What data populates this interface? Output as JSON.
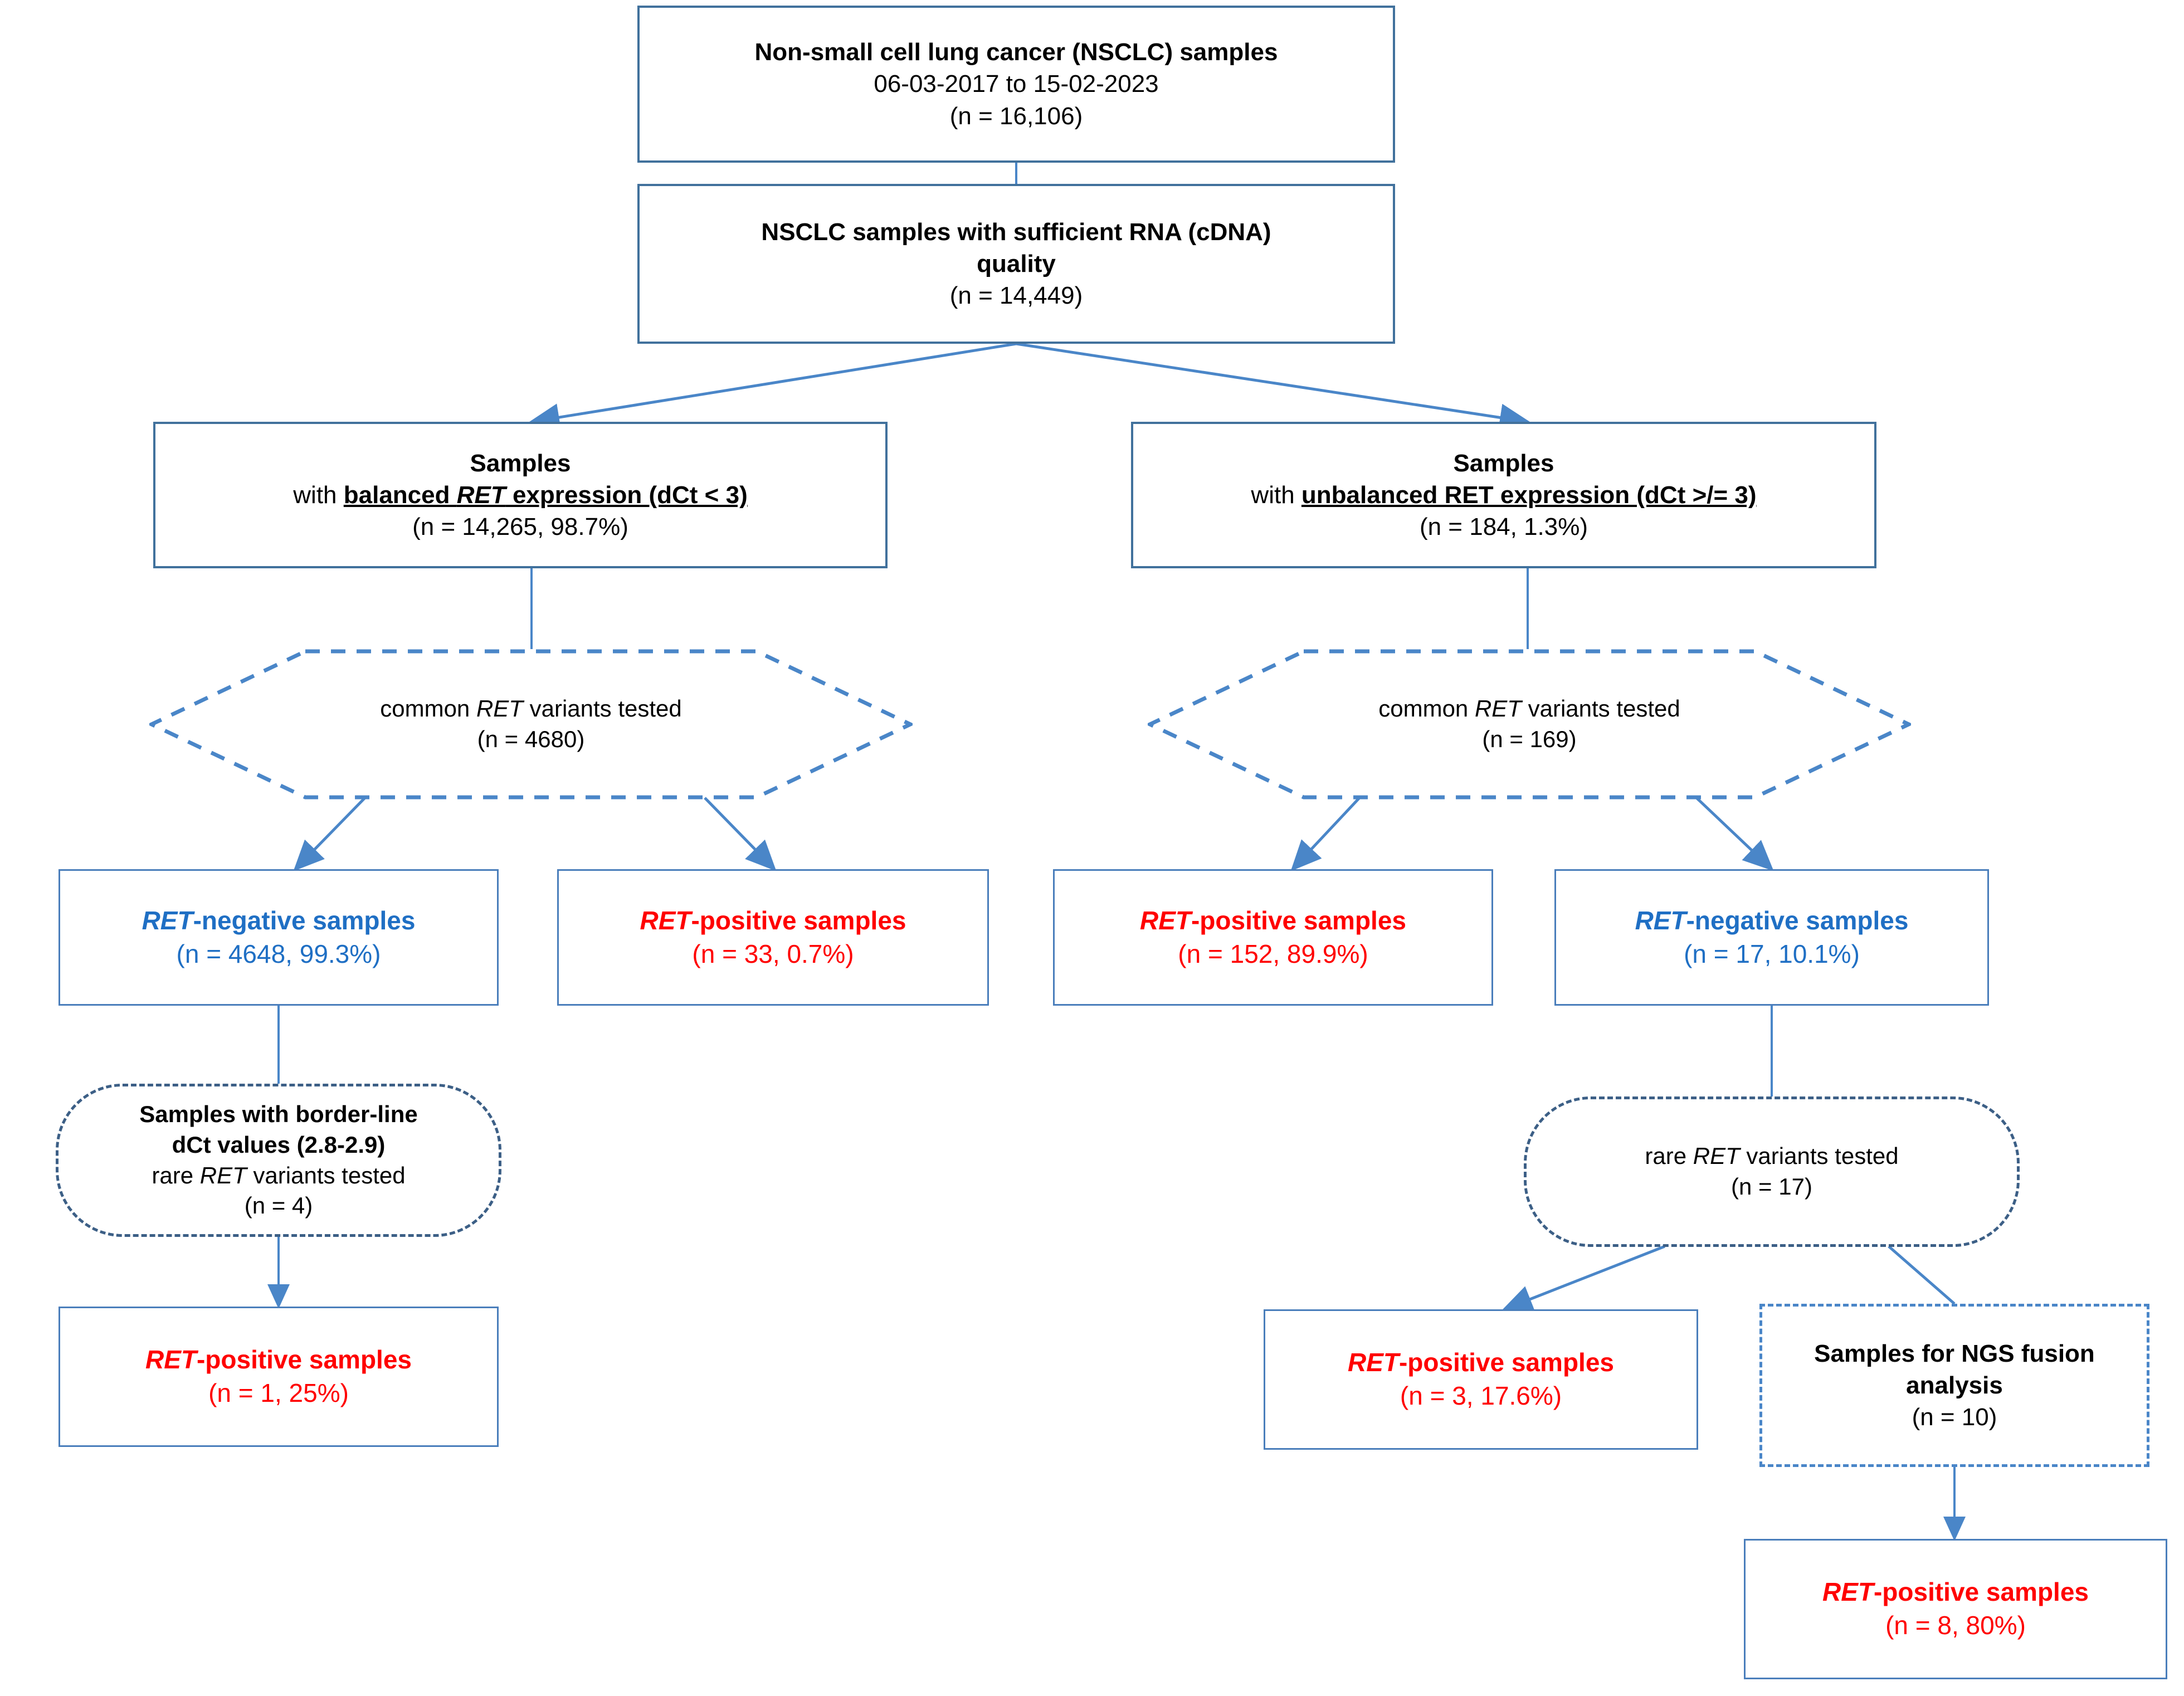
{
  "diagram": {
    "title": "NSCLC RET testing flowchart",
    "colors": {
      "box_border": "#41719c",
      "dashed_border": "#4a86c8",
      "rounded_dashed_border": "#3c5f86",
      "connector": "#4a86c8",
      "positive_text": "#ff0000",
      "negative_text": "#1f6fc4",
      "plain_text": "#000000"
    },
    "nodes": {
      "nsclc_samples": {
        "shape": "rectangle",
        "line1": "Non-small cell lung cancer (NSCLC) samples",
        "line2": "06-03-2017 to 15-02-2023",
        "line3": "(n = 16,106)"
      },
      "sufficient_rna": {
        "shape": "rectangle",
        "line1": "NSCLC samples with sufficient RNA (cDNA)",
        "line2": "quality",
        "line3": "(n = 14,449)"
      },
      "balanced": {
        "shape": "rectangle",
        "line1": "Samples",
        "line2_prefix": "with ",
        "line2_bold_underline_a": "balanced ",
        "line2_bold_underline_italic": "RET",
        "line2_bold_underline_b": " expression  (dCt < 3)",
        "line3": "(n = 14,265, 98.7%)"
      },
      "unbalanced": {
        "shape": "rectangle",
        "line1": "Samples",
        "line2_prefix": "with ",
        "line2_bold_underline": "unbalanced RET expression (dCt >/= 3)",
        "line3": "(n = 184, 1.3%)"
      },
      "common_left": {
        "shape": "hexagon",
        "line1_a": "common ",
        "line1_italic": "RET",
        "line1_b": " variants tested",
        "line2": "(n = 4680)"
      },
      "common_right": {
        "shape": "hexagon",
        "line1_a": "common ",
        "line1_italic": "RET",
        "line1_b": " variants tested",
        "line2": "(n = 169)"
      },
      "neg_left": {
        "shape": "rectangle",
        "gene": "RET",
        "label_suffix": "-negative samples",
        "line2": "(n = 4648, 99.3%)"
      },
      "pos_left": {
        "shape": "rectangle",
        "gene": "RET",
        "label_suffix": "-positive samples",
        "line2": "(n = 33, 0.7%)"
      },
      "pos_right": {
        "shape": "rectangle",
        "gene": "RET",
        "label_suffix": "-positive samples",
        "line2": "(n = 152, 89.9%)"
      },
      "neg_right": {
        "shape": "rectangle",
        "gene": "RET",
        "label_suffix": "-negative samples",
        "line2": "(n = 17, 10.1%)"
      },
      "borderline": {
        "shape": "rounded-dashed",
        "line1": "Samples with border-line",
        "line2": "dCt values (2.8-2.9)",
        "line3_a": "rare ",
        "line3_italic": "RET",
        "line3_b": " variants tested",
        "line4": "(n = 4)"
      },
      "rare_right": {
        "shape": "rounded-dashed",
        "line1_a": "rare ",
        "line1_italic": "RET",
        "line1_b": " variants tested",
        "line2": "(n = 17)"
      },
      "pos_bottom_left": {
        "shape": "rectangle",
        "gene": "RET",
        "label_suffix": "-positive samples",
        "line2": "(n = 1, 25%)"
      },
      "pos_bottom_mid": {
        "shape": "rectangle",
        "gene": "RET",
        "label_suffix": "-positive samples",
        "line2": "(n = 3, 17.6%)"
      },
      "ngs_fusion": {
        "shape": "dashed-rectangle",
        "line1": "Samples for NGS fusion",
        "line2": "analysis",
        "line3": "(n = 10)"
      },
      "pos_bottom_right": {
        "shape": "rectangle",
        "gene": "RET",
        "label_suffix": "-positive samples",
        "line2": "(n = 8, 80%)"
      }
    }
  }
}
